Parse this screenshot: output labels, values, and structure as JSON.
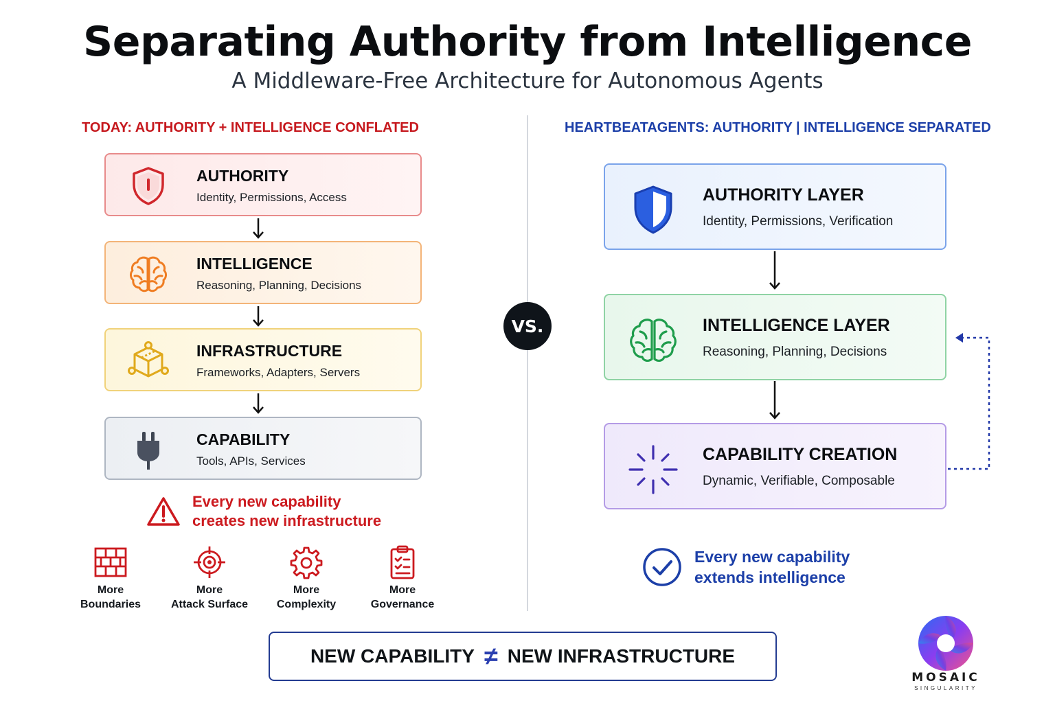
{
  "title": "Separating Authority from Intelligence",
  "subtitle": "A Middleware-Free Architecture for Autonomous Agents",
  "left": {
    "heading": "TODAY: AUTHORITY + INTELLIGENCE CONFLATED",
    "cards": [
      {
        "name": "AUTHORITY",
        "desc": "Identity, Permissions, Access",
        "icon": "shield-icon",
        "color": "#d0272c"
      },
      {
        "name": "INTELLIGENCE",
        "desc": "Reasoning, Planning, Decisions",
        "icon": "brain-icon",
        "color": "#ef7d22"
      },
      {
        "name": "INFRASTRUCTURE",
        "desc": "Frameworks, Adapters, Servers",
        "icon": "cube-icon",
        "color": "#e0a91c"
      },
      {
        "name": "CAPABILITY",
        "desc": "Tools, APIs, Services",
        "icon": "plug-icon",
        "color": "#3e4552"
      }
    ],
    "warning": {
      "line1": "Every new capability",
      "line2": "creates new infrastructure",
      "icon": "warning-icon"
    },
    "consequences": [
      {
        "line1": "More",
        "line2": "Boundaries",
        "icon": "brick-wall-icon"
      },
      {
        "line1": "More",
        "line2": "Attack Surface",
        "icon": "target-icon"
      },
      {
        "line1": "More",
        "line2": "Complexity",
        "icon": "gear-icon"
      },
      {
        "line1": "More",
        "line2": "Governance",
        "icon": "clipboard-icon"
      }
    ]
  },
  "vs_label": "VS.",
  "right": {
    "heading": "HEARTBEATAGENTS: AUTHORITY | INTELLIGENCE SEPARATED",
    "cards": [
      {
        "name": "AUTHORITY LAYER",
        "desc": "Identity, Permissions, Verification",
        "icon": "shield-icon",
        "color": "#1c4fd6"
      },
      {
        "name": "INTELLIGENCE LAYER",
        "desc": "Reasoning, Planning, Decisions",
        "icon": "brain-icon",
        "color": "#1f9d4c"
      },
      {
        "name": "CAPABILITY CREATION",
        "desc": "Dynamic, Verifiable, Composable",
        "icon": "sparkle-icon",
        "color": "#3f2fb0"
      }
    ],
    "benefit": {
      "line1": "Every new capability",
      "line2": "extends intelligence",
      "icon": "check-circle-icon"
    }
  },
  "banner": {
    "left": "NEW CAPABILITY",
    "symbol": "≠",
    "right": "NEW INFRASTRUCTURE"
  },
  "logo": {
    "name": "MOSAIC",
    "tagline": "SINGULARITY",
    "icon": "mosaic-logo-icon"
  }
}
